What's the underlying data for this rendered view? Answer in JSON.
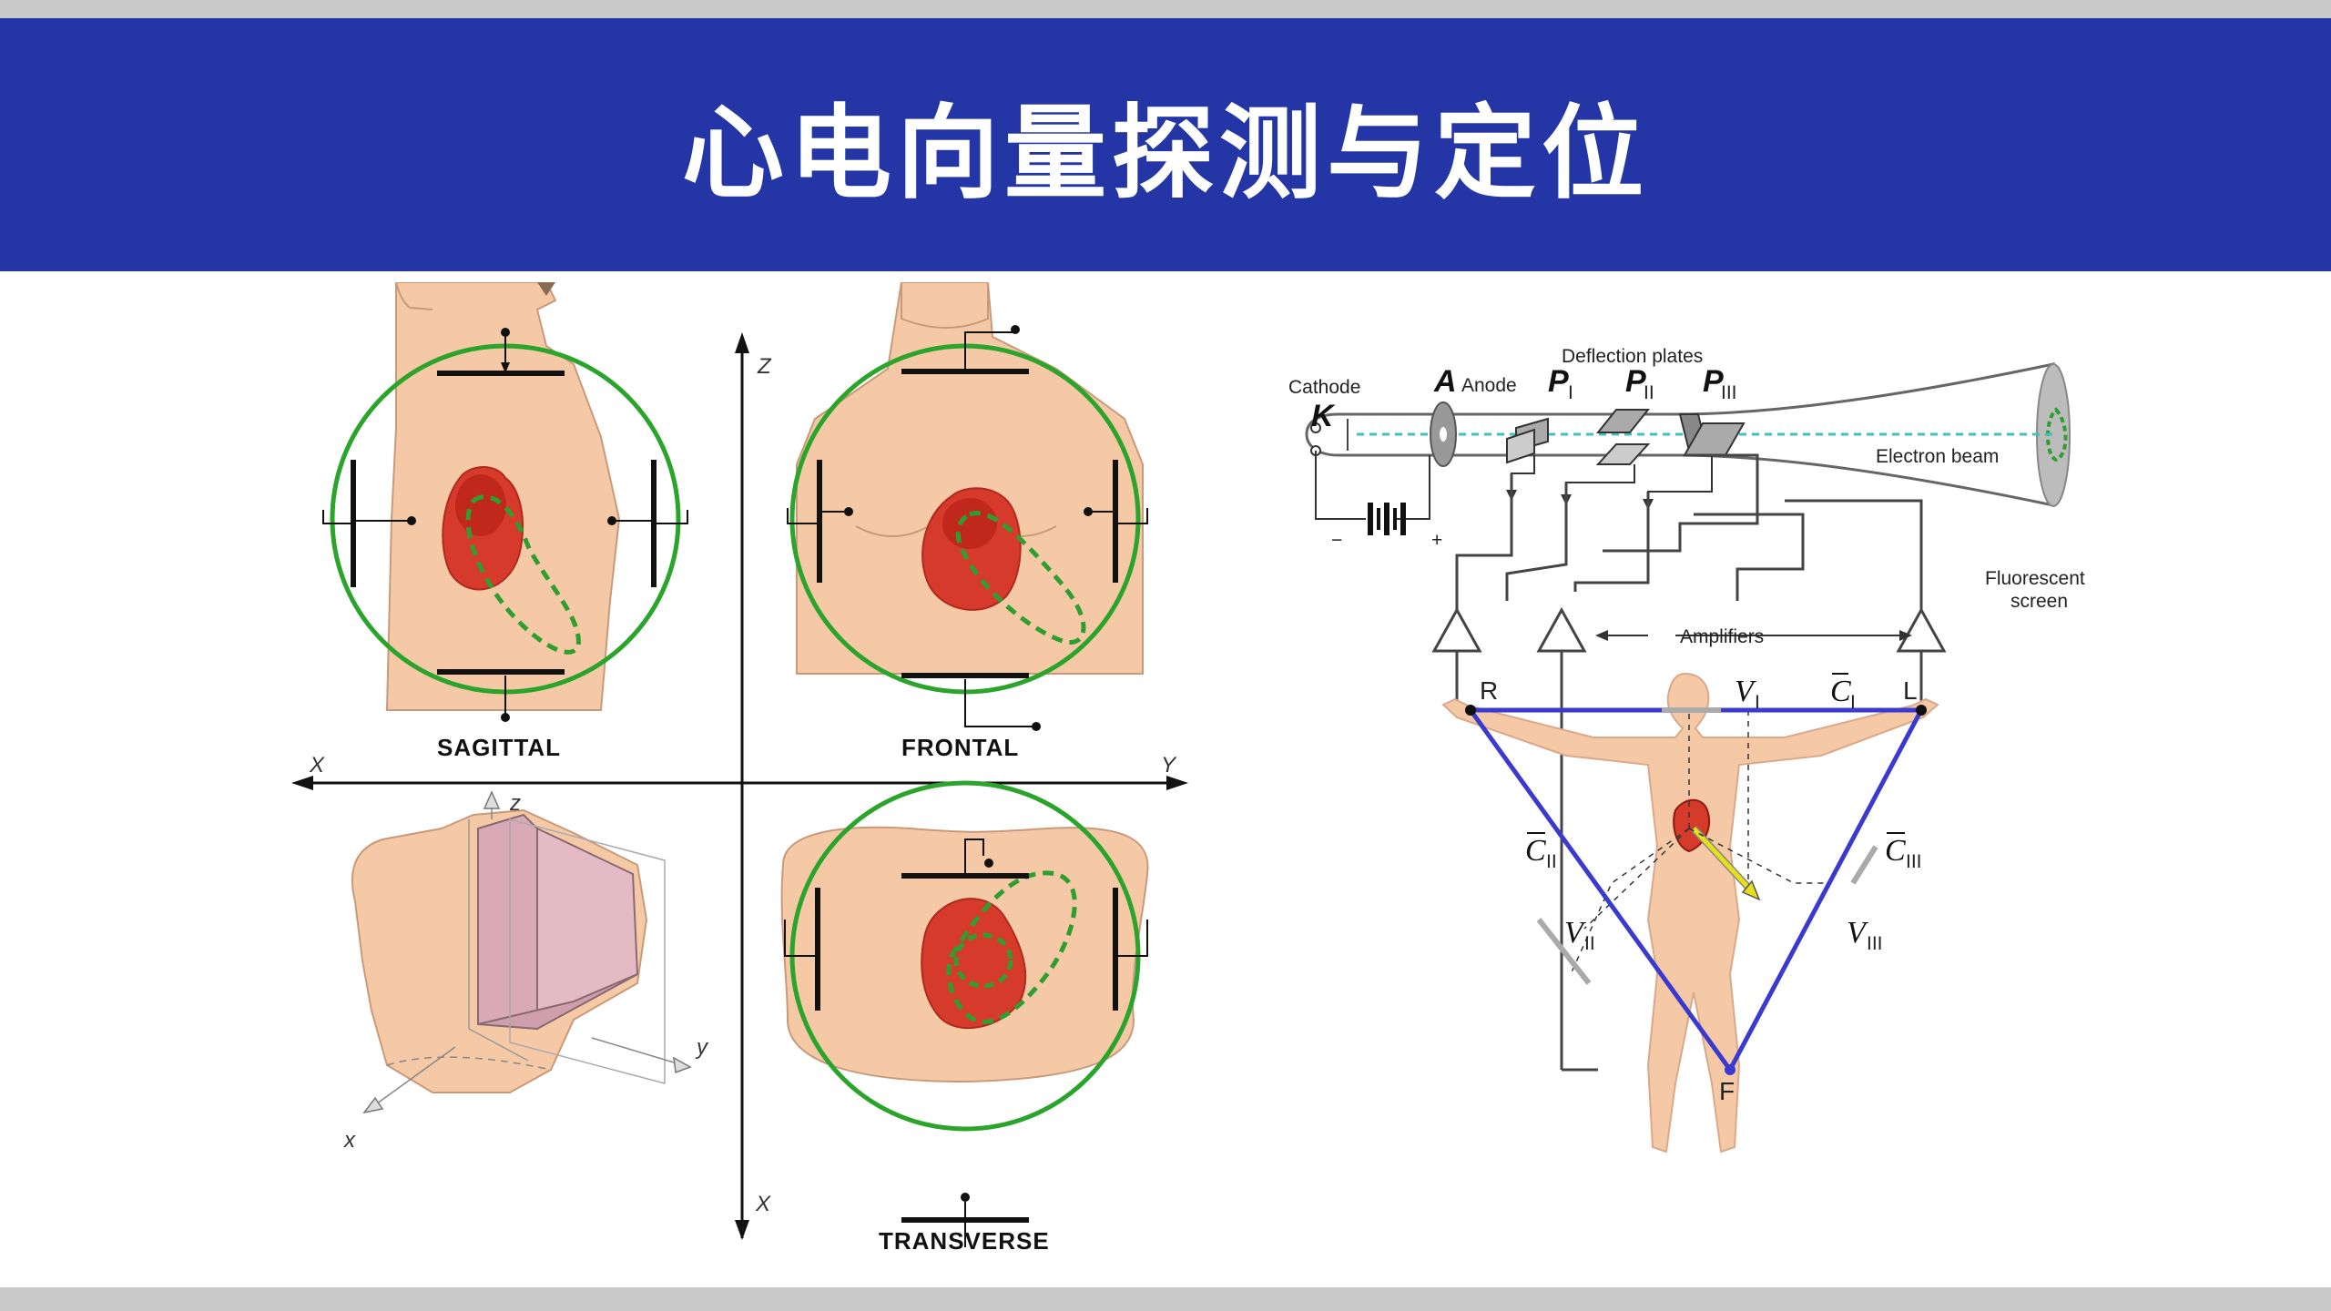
{
  "slide": {
    "title": "心电向量探测与定位"
  },
  "planes": {
    "sagittal": "SAGITTAL",
    "frontal": "FRONTAL",
    "transverse": "TRANSVERSE",
    "axis_z": "Z",
    "axis_x_left": "X",
    "axis_y_right": "Y",
    "axis_x_bottom": "X",
    "body3d_z": "z",
    "body3d_y": "y",
    "body3d_x": "x"
  },
  "crt": {
    "cathode": "Cathode",
    "k": "K",
    "anode_a": "A",
    "anode": "Anode",
    "deflection": "Deflection plates",
    "p1": "P",
    "p1_sub": "I",
    "p2": "P",
    "p2_sub": "II",
    "p3": "P",
    "p3_sub": "III",
    "electron_beam": "Electron beam",
    "fluorescent_1": "Fluorescent",
    "fluorescent_2": "screen",
    "amplifiers": "Amplifiers",
    "minus": "−",
    "plus": "+"
  },
  "triangle": {
    "r": "R",
    "l": "L",
    "f": "F",
    "v1": "V",
    "v1_sub": "I",
    "c1": "C",
    "c1_sub": "I",
    "c2": "C",
    "c2_sub": "II",
    "c3": "C",
    "c3_sub": "III",
    "v2": "V",
    "v2_sub": "II",
    "v3": "V",
    "v3_sub": "III"
  },
  "colors": {
    "header_bg": "#2436a6",
    "skin": "#f5c9a6",
    "heart": "#d63a2a",
    "loop": "#2e9e2e",
    "circle": "#2aa42a",
    "einthoven": "#3a3ad0"
  }
}
